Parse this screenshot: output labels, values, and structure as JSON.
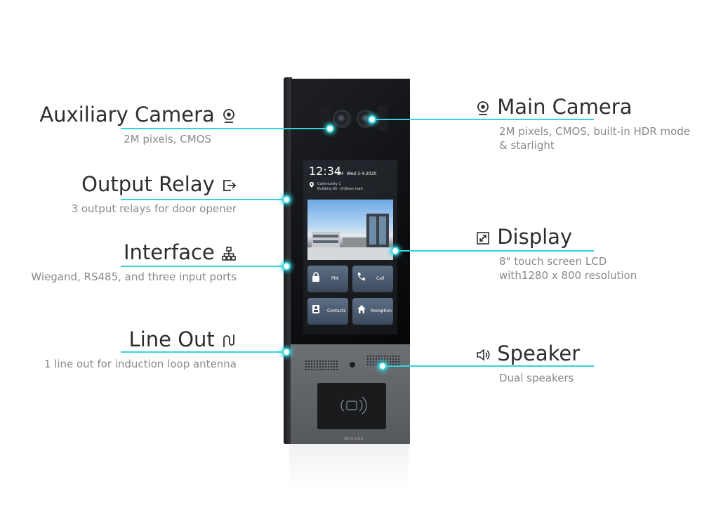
{
  "features": {
    "aux_camera": {
      "title": "Auxiliary Camera",
      "desc": "2M pixels, CMOS"
    },
    "output_relay": {
      "title": "Output Relay",
      "desc": "3 output relays for door opener"
    },
    "interface": {
      "title": "Interface",
      "desc": "Wiegand, RS485, and three input ports"
    },
    "line_out": {
      "title": "Line Out",
      "desc": "1 line out for induction loop antenna"
    },
    "main_camera": {
      "title": "Main Camera",
      "desc1": "2M pixels, CMOS, built-in HDR mode",
      "desc2": "& starlight"
    },
    "display": {
      "title": "Display",
      "desc1": "8\" touch screen LCD",
      "desc2": "with1280 x 800 resolution"
    },
    "speaker": {
      "title": "Speaker",
      "desc": "Dual speakers"
    }
  },
  "screen": {
    "time": "12:34",
    "ampm": "AM",
    "date": "Wed 3-4-2020",
    "location_line1": "Community 1",
    "location_line2": "Buliding 65 - JinShan road",
    "tiles": [
      "PIN",
      "Call",
      "Contacts",
      "Reception"
    ]
  },
  "brand": "akuvox",
  "colors": {
    "accent": "#37d3dc",
    "title": "#2e2e2e",
    "desc": "#8a8a8a"
  },
  "icons": {
    "aux_camera": "webcam-icon",
    "output_relay": "exit-icon",
    "interface": "network-icon",
    "line_out": "loop-icon",
    "main_camera": "webcam-icon",
    "display": "expand-icon",
    "speaker": "speaker-icon"
  }
}
